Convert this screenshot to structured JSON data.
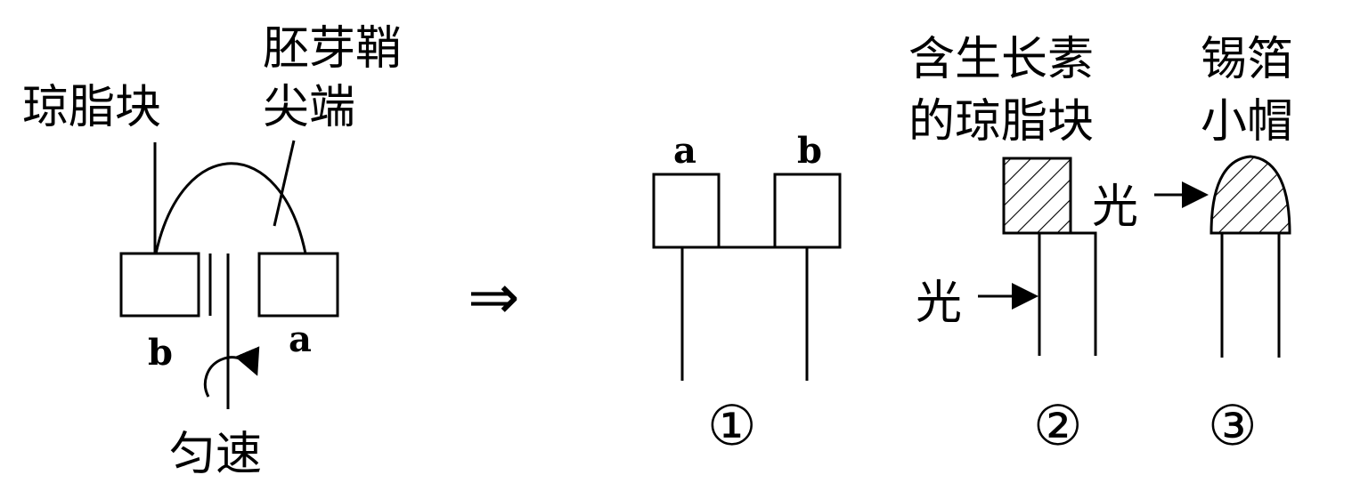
{
  "left": {
    "agar_label": "琼脂块",
    "tip_label_line1": "胚芽鞘",
    "tip_label_line2": "尖端",
    "block_b": "b",
    "block_a": "a",
    "rotation_label": "匀速"
  },
  "transition_symbol": "⇒",
  "exp1": {
    "label_a": "a",
    "label_b": "b",
    "number": "①"
  },
  "exp2": {
    "label_line1": "含生长素",
    "label_line2": "的琼脂块",
    "light": "光",
    "number": "②"
  },
  "exp3": {
    "label_line1": "锡箔",
    "label_line2": "小帽",
    "light": "光",
    "number": "③"
  }
}
